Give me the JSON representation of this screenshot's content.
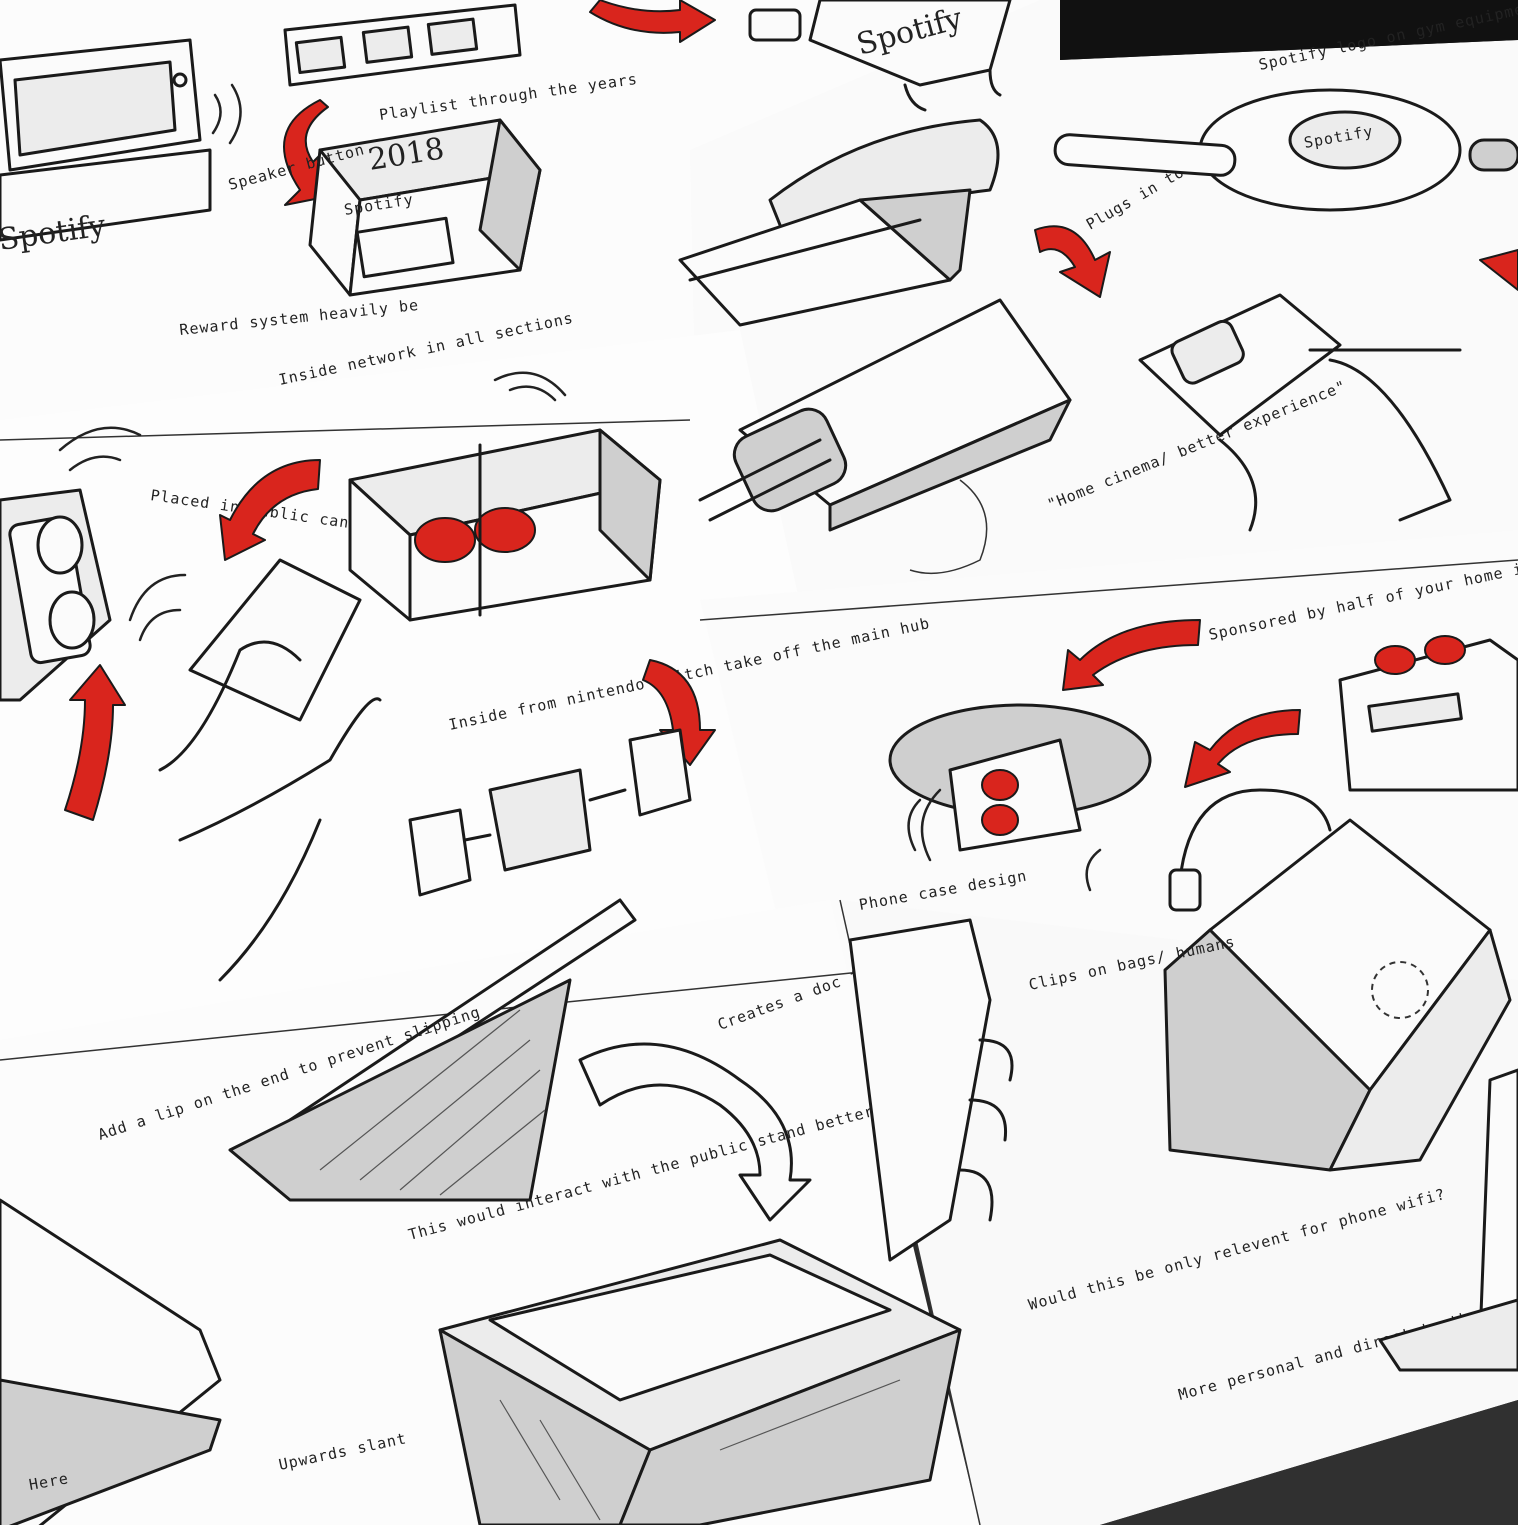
{
  "colors": {
    "paper": "#fbfbfb",
    "table": "#2b2b2b",
    "ink": "#1a1a1a",
    "accent_red": "#d9251d",
    "marker_grey": "#cfcfcf"
  },
  "notes": {
    "spotify_logo_top": "Spotify",
    "spotify_logo_left": "Spotify",
    "box_year": "2018",
    "box_brand": "Spotify",
    "speaker_button": "Speaker button",
    "reward_system": "Reward system heavily be",
    "playlist": "Playlist through the years",
    "spotify_gym": "Spotify logo on gym equipment",
    "plugs_in": "Plugs in to your heart rate",
    "inside_network": "Inside network in all sections",
    "placed_public": "Placed in public can edit the stand in advance",
    "inside_from": "Inside from nintendo switch take off the main hub",
    "home_cinema": "\"Home cinema/ better experience\"",
    "sponsored": "Sponsored by half of your home internet provider",
    "phone_case": "Phone case design",
    "clips_on": "Clips on bags/ humans",
    "add_lip": "Add a lip on the end to prevent slipping",
    "creates_doc": "Creates a doc for the phone",
    "interact": "This would interact with the public stand better",
    "would_relevant": "Would this be only relevent for phone wifi?",
    "more_personal": "More personal and direct to the user",
    "upwards": "Upwards slant",
    "here": "Here"
  }
}
